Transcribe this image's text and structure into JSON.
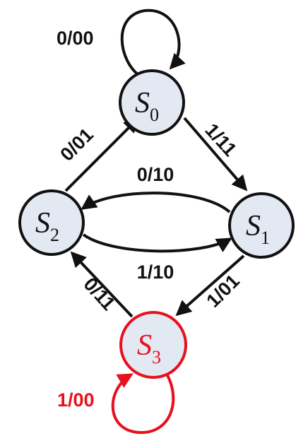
{
  "colors": {
    "node_fill": "#e3e9f3",
    "stroke": "#111111",
    "highlight": "#e8101d"
  },
  "states": [
    {
      "id": "s0",
      "letter": "S",
      "sub": "0",
      "highlight": false
    },
    {
      "id": "s1",
      "letter": "S",
      "sub": "1",
      "highlight": false
    },
    {
      "id": "s2",
      "letter": "S",
      "sub": "2",
      "highlight": false
    },
    {
      "id": "s3",
      "letter": "S",
      "sub": "3",
      "highlight": true
    }
  ],
  "transitions": [
    {
      "from": "s0",
      "to": "s0",
      "label": "0/00"
    },
    {
      "from": "s0",
      "to": "s1",
      "label": "1/11"
    },
    {
      "from": "s1",
      "to": "s2",
      "label": "0/10"
    },
    {
      "from": "s2",
      "to": "s1",
      "label": "1/10"
    },
    {
      "from": "s2",
      "to": "s0",
      "label": "0/01"
    },
    {
      "from": "s1",
      "to": "s3",
      "label": "1/01"
    },
    {
      "from": "s3",
      "to": "s2",
      "label": "0/11"
    },
    {
      "from": "s3",
      "to": "s3",
      "label": "1/00"
    }
  ]
}
